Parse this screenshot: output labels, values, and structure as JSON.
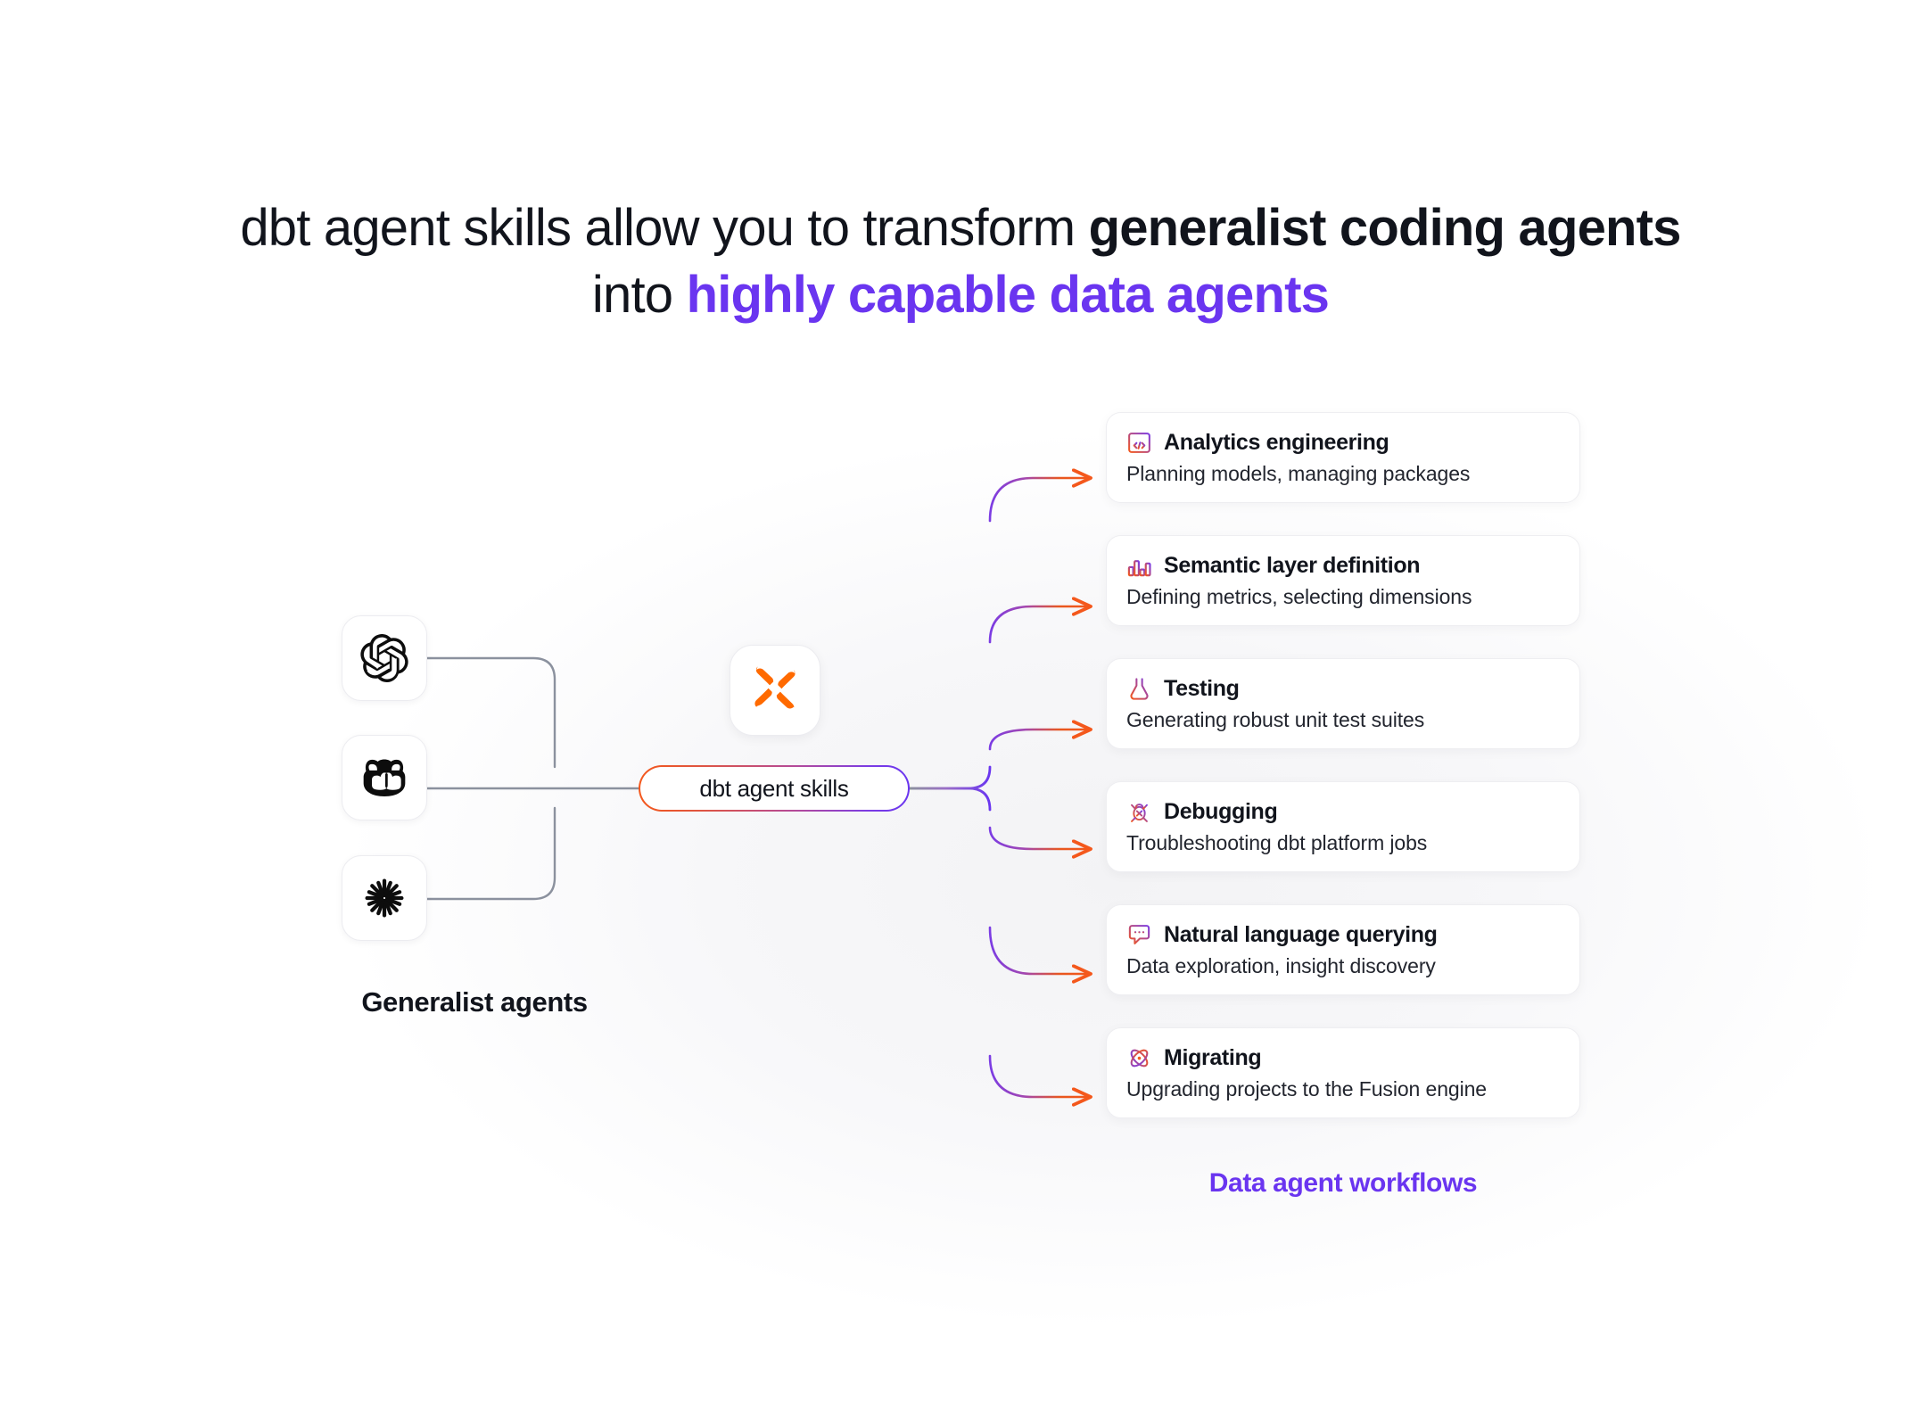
{
  "heading": {
    "line1_plain": "dbt agent skills allow you to transform ",
    "line1_bold": "generalist coding agents",
    "line2_plain": "into ",
    "line2_accent": "highly capable data agents"
  },
  "colors": {
    "accent_purple": "#6a35f0",
    "accent_orange": "#f4581c",
    "wire_gray": "#8b919e",
    "text_dark": "#11141c"
  },
  "left": {
    "caption": "Generalist agents",
    "agents": [
      {
        "name": "openai-icon",
        "label": "OpenAI"
      },
      {
        "name": "github-copilot-icon",
        "label": "GitHub Copilot"
      },
      {
        "name": "claude-icon",
        "label": "Claude"
      }
    ]
  },
  "center": {
    "logo_name": "dbt-logo-icon",
    "pill_label": "dbt agent skills"
  },
  "right": {
    "caption": "Data agent workflows",
    "cards": [
      {
        "icon": "code-window-icon",
        "title": "Analytics engineering",
        "subtitle": "Planning models, managing packages"
      },
      {
        "icon": "bar-chart-icon",
        "title": "Semantic layer definition",
        "subtitle": "Defining metrics, selecting dimensions"
      },
      {
        "icon": "flask-icon",
        "title": "Testing",
        "subtitle": "Generating robust unit test suites"
      },
      {
        "icon": "bug-icon",
        "title": "Debugging",
        "subtitle": "Troubleshooting dbt platform jobs"
      },
      {
        "icon": "chat-bubble-icon",
        "title": "Natural language querying",
        "subtitle": "Data exploration, insight discovery"
      },
      {
        "icon": "atom-icon",
        "title": "Migrating",
        "subtitle": "Upgrading projects to the Fusion engine"
      }
    ]
  }
}
